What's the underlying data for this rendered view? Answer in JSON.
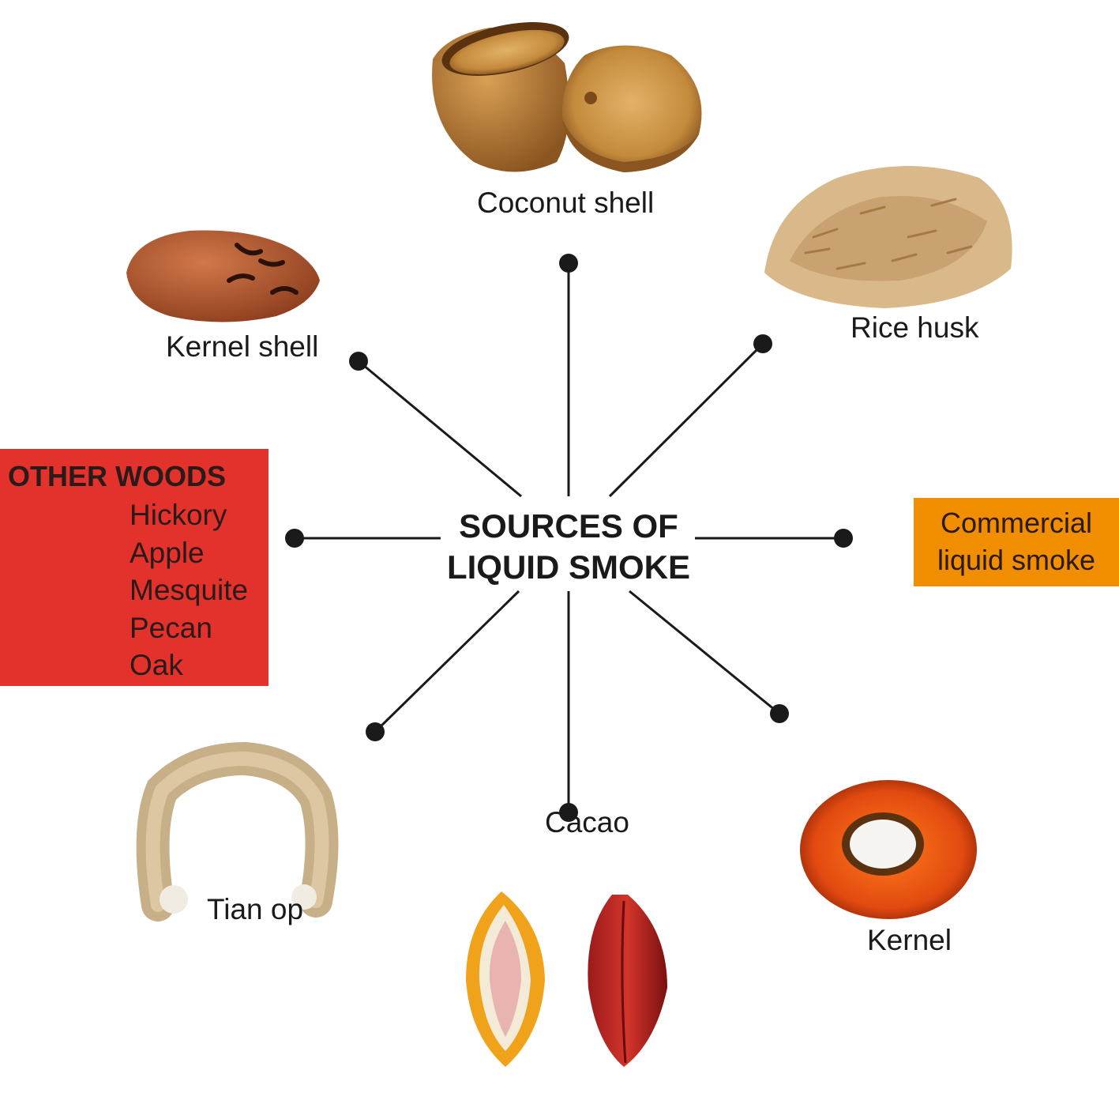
{
  "center": {
    "line1": "SOURCES OF",
    "line2": "LIQUID SMOKE"
  },
  "sources": [
    {
      "id": "coconut-shell",
      "label": "Coconut shell"
    },
    {
      "id": "rice-husk",
      "label": "Rice husk"
    },
    {
      "id": "kernel-shell",
      "label": "Kernel shell"
    },
    {
      "id": "tian-op",
      "label": "Tian op"
    },
    {
      "id": "cacao",
      "label": "Cacao"
    },
    {
      "id": "kernel",
      "label": "Kernel"
    }
  ],
  "other_woods": {
    "title": "OTHER WOODS",
    "items": [
      "Hickory",
      "Apple",
      "Mesquite",
      "Pecan",
      "Oak"
    ],
    "color": "#e3322b"
  },
  "commercial": {
    "line1": "Commercial",
    "line2": "liquid smoke",
    "color": "#f08e00"
  },
  "connector_color": "#1a1a1a"
}
